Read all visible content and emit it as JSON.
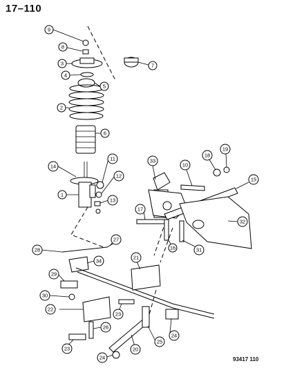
{
  "header": {
    "title": "17–110"
  },
  "footer": {
    "figure_code": "93417 110"
  },
  "callouts": [
    {
      "id": "c9",
      "label": "9"
    },
    {
      "id": "c8",
      "label": "8"
    },
    {
      "id": "c3",
      "label": "3"
    },
    {
      "id": "c4",
      "label": "4"
    },
    {
      "id": "c7",
      "label": "7"
    },
    {
      "id": "c5",
      "label": "5"
    },
    {
      "id": "c2",
      "label": "2"
    },
    {
      "id": "c6",
      "label": "6"
    },
    {
      "id": "c14",
      "label": "14"
    },
    {
      "id": "c1",
      "label": "1"
    },
    {
      "id": "c11",
      "label": "11"
    },
    {
      "id": "c12",
      "label": "12"
    },
    {
      "id": "c13",
      "label": "13"
    },
    {
      "id": "c33",
      "label": "33"
    },
    {
      "id": "c10",
      "label": "10"
    },
    {
      "id": "c18",
      "label": "18"
    },
    {
      "id": "c19",
      "label": "19"
    },
    {
      "id": "c15",
      "label": "15"
    },
    {
      "id": "c17",
      "label": "17"
    },
    {
      "id": "c32",
      "label": "32"
    },
    {
      "id": "c16",
      "label": "16"
    },
    {
      "id": "c31",
      "label": "31"
    },
    {
      "id": "c28",
      "label": "28"
    },
    {
      "id": "c27",
      "label": "27"
    },
    {
      "id": "c34",
      "label": "34"
    },
    {
      "id": "c21",
      "label": "21"
    },
    {
      "id": "c29",
      "label": "29"
    },
    {
      "id": "c30",
      "label": "30"
    },
    {
      "id": "c22",
      "label": "22"
    },
    {
      "id": "c23a",
      "label": "23"
    },
    {
      "id": "c26",
      "label": "26"
    },
    {
      "id": "c20",
      "label": "20"
    },
    {
      "id": "c25",
      "label": "25"
    },
    {
      "id": "c24a",
      "label": "24"
    },
    {
      "id": "c23b",
      "label": "23"
    },
    {
      "id": "c24b",
      "label": "24"
    }
  ]
}
